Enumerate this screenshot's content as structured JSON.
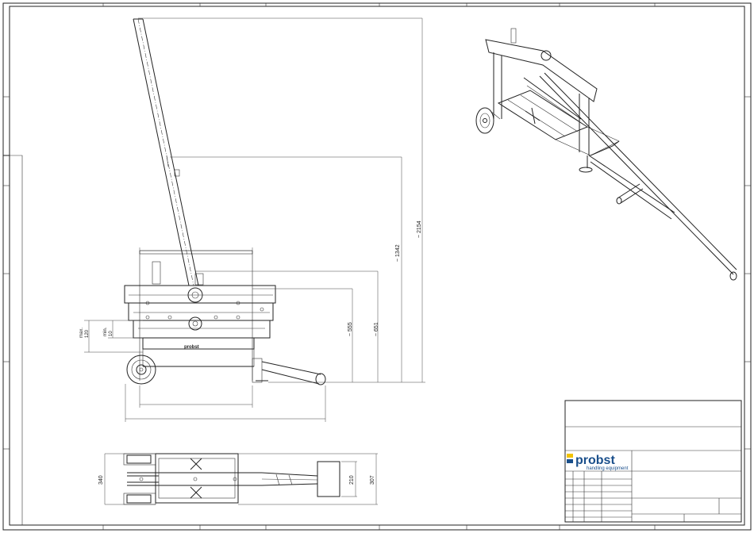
{
  "dimensions": {
    "overall_height": "~ 2154",
    "frame_height": "~ 1342",
    "top_height": "~ 651",
    "body_height": "~ 555",
    "opening_max": "max.\n120",
    "opening_min": "min.\n10",
    "plan_depth": "340",
    "plan_inner": "210",
    "plan_outer": "307"
  },
  "side_view": {
    "brand_label": "probst"
  },
  "title_block": {
    "brand_name": "probst",
    "brand_tagline": "handling equipment"
  },
  "colors": {
    "line": "#222222",
    "brand_blue": "#1a4f8b",
    "brand_yellow": "#f2c200"
  }
}
